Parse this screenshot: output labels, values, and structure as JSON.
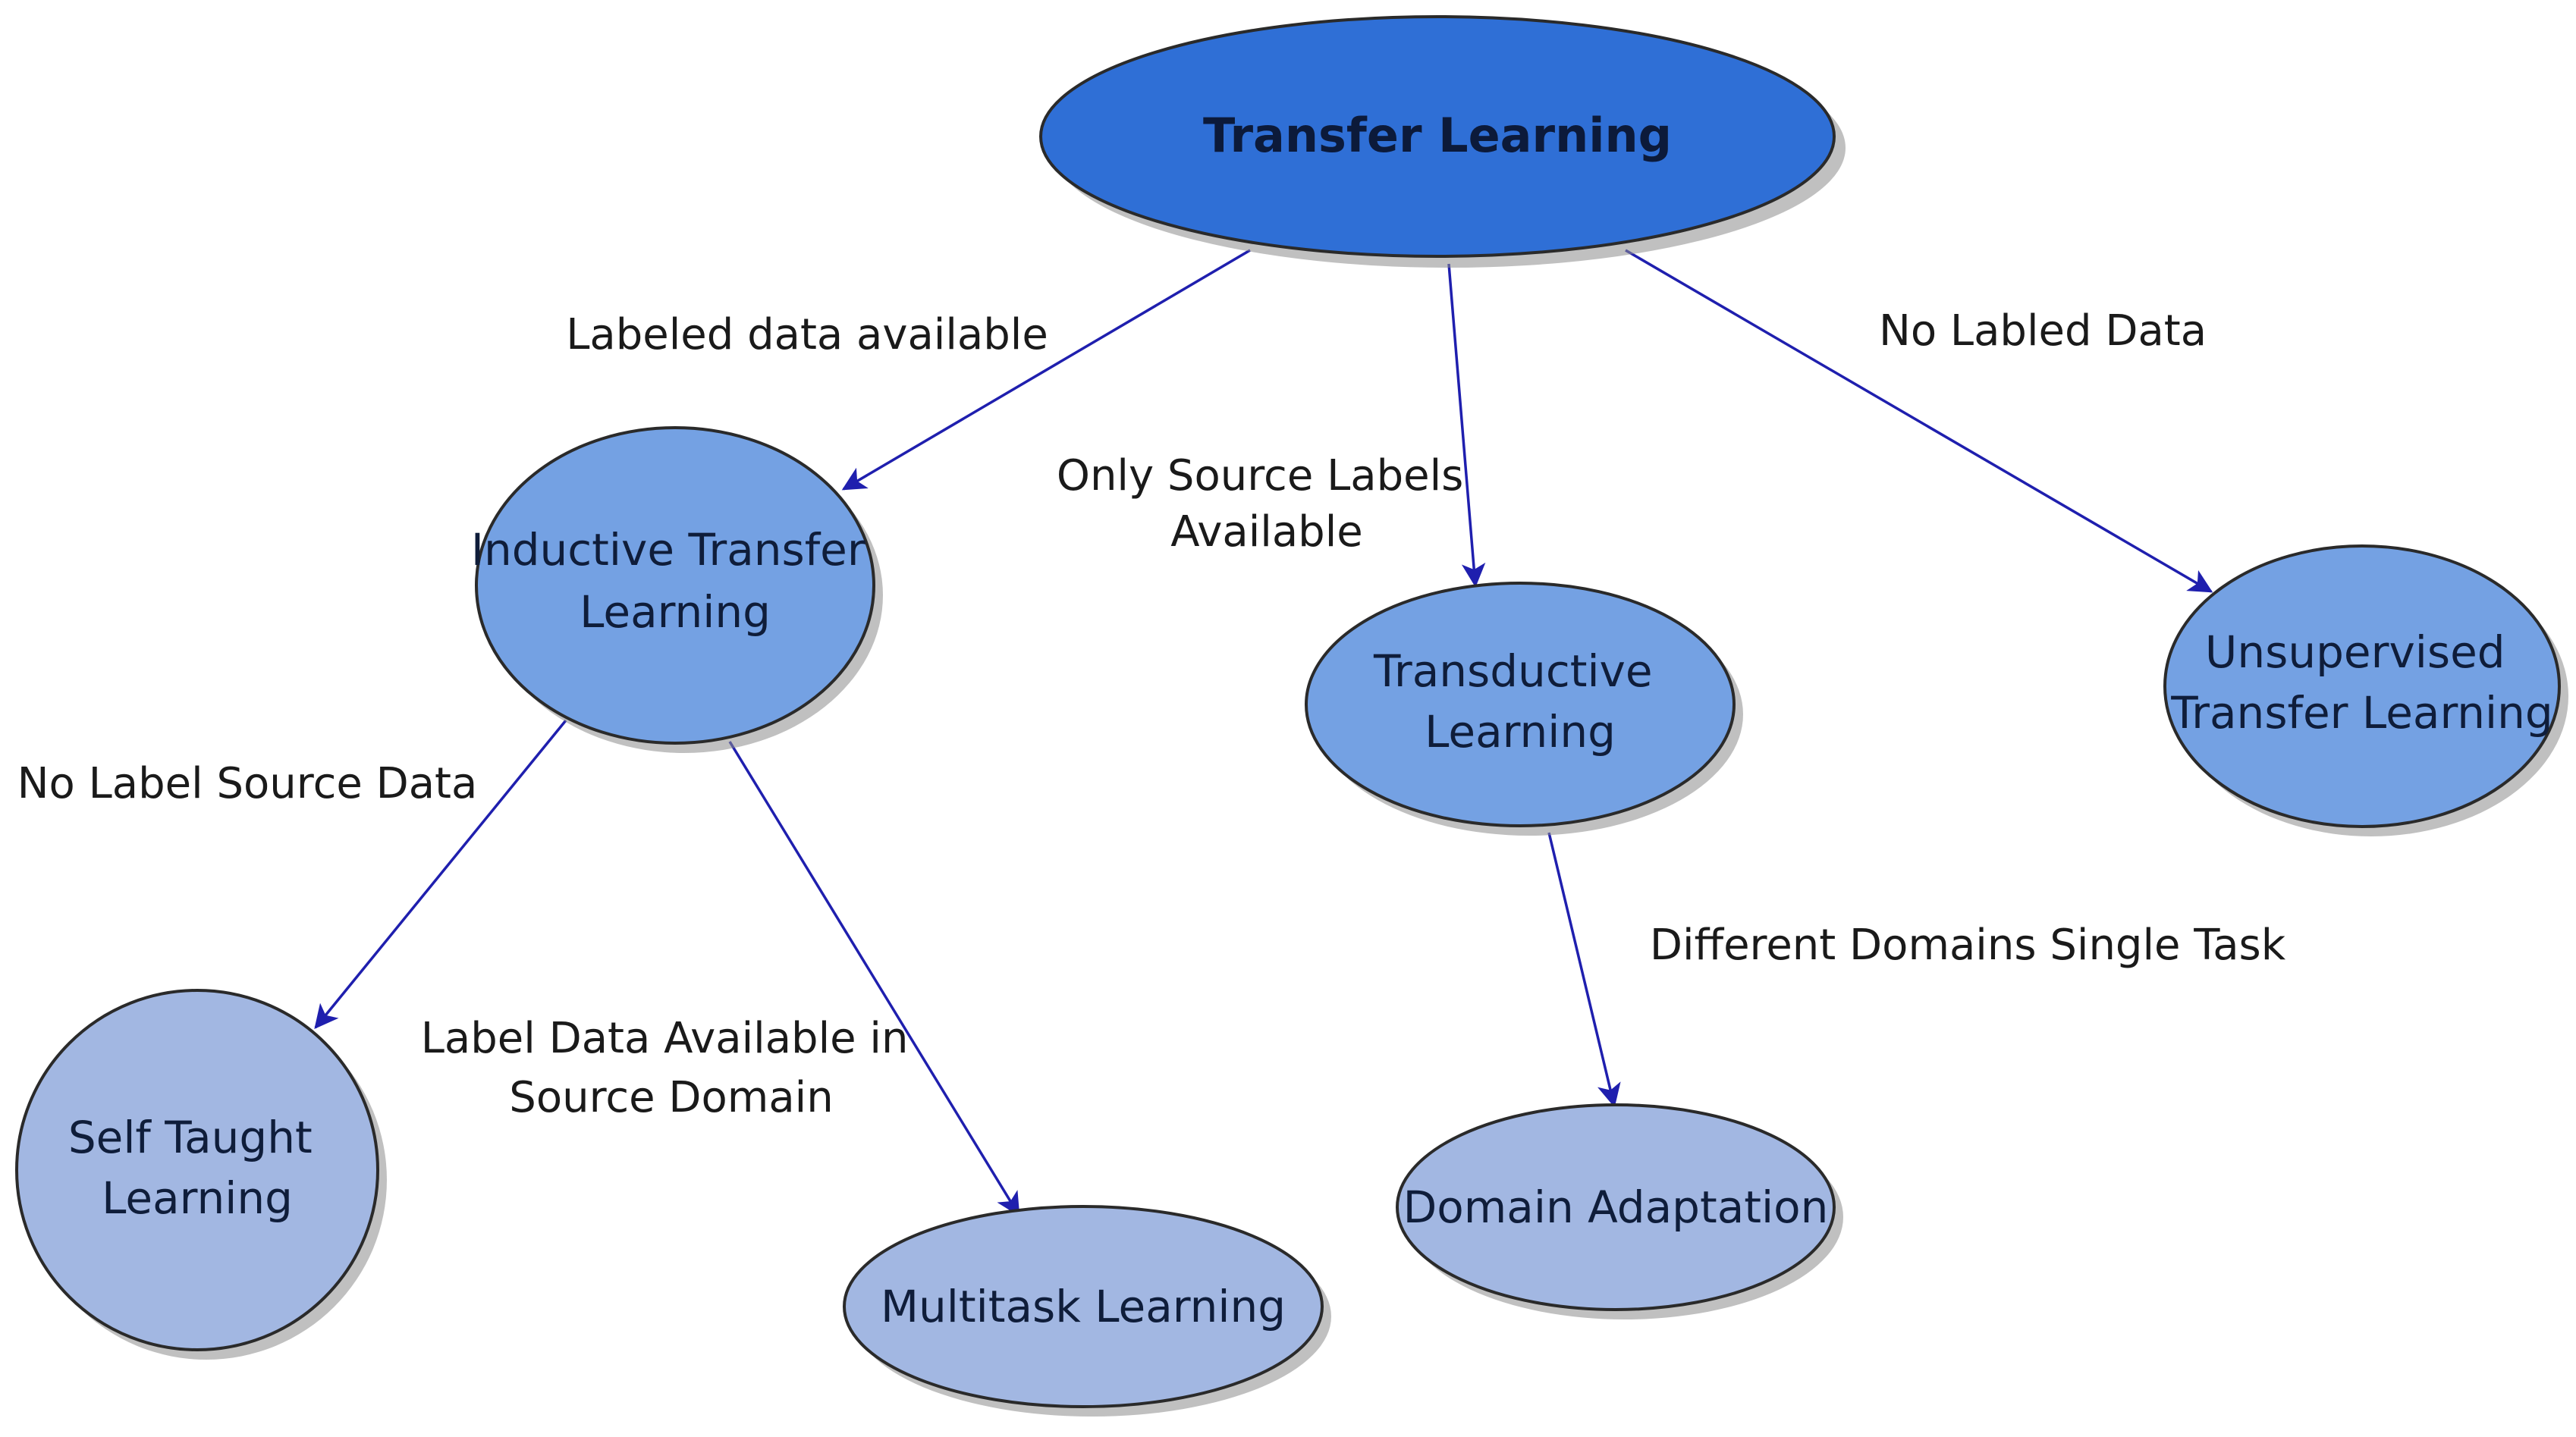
{
  "nodes": {
    "root": {
      "label": "Transfer Learning",
      "color": "#2f6fd6"
    },
    "inductive": {
      "lines": [
        "Inductive Transfer",
        "Learning"
      ],
      "color": "#74a1e3"
    },
    "transductive": {
      "lines": [
        "Transductive",
        "Learning"
      ],
      "color": "#74a1e3"
    },
    "unsupervised": {
      "lines": [
        "Unsupervised",
        "Transfer Learning"
      ],
      "color": "#74a1e3"
    },
    "self_taught": {
      "lines": [
        "Self Taught",
        "Learning"
      ],
      "color": "#a2b7e2"
    },
    "multitask": {
      "label": "Multitask Learning",
      "color": "#a2b7e2"
    },
    "domain_adaptation": {
      "label": "Domain Adaptation",
      "color": "#a2b7e2"
    }
  },
  "edges": {
    "root_to_inductive": {
      "label": "Labeled data available"
    },
    "root_to_transductive": {
      "lines": [
        "Only Source Labels",
        "Available"
      ]
    },
    "root_to_unsupervised": {
      "label": "No Labled Data"
    },
    "inductive_to_self_taught": {
      "label": "No Label Source Data"
    },
    "inductive_to_multitask": {
      "lines": [
        "Label Data Available in",
        "Source Domain"
      ]
    },
    "transductive_to_domain_adaptation": {
      "label": "Different Domains Single Task"
    }
  },
  "colors": {
    "edge": "#1f1fae",
    "outline": "#2a2a2a",
    "shadow": "#8c8c8c"
  }
}
